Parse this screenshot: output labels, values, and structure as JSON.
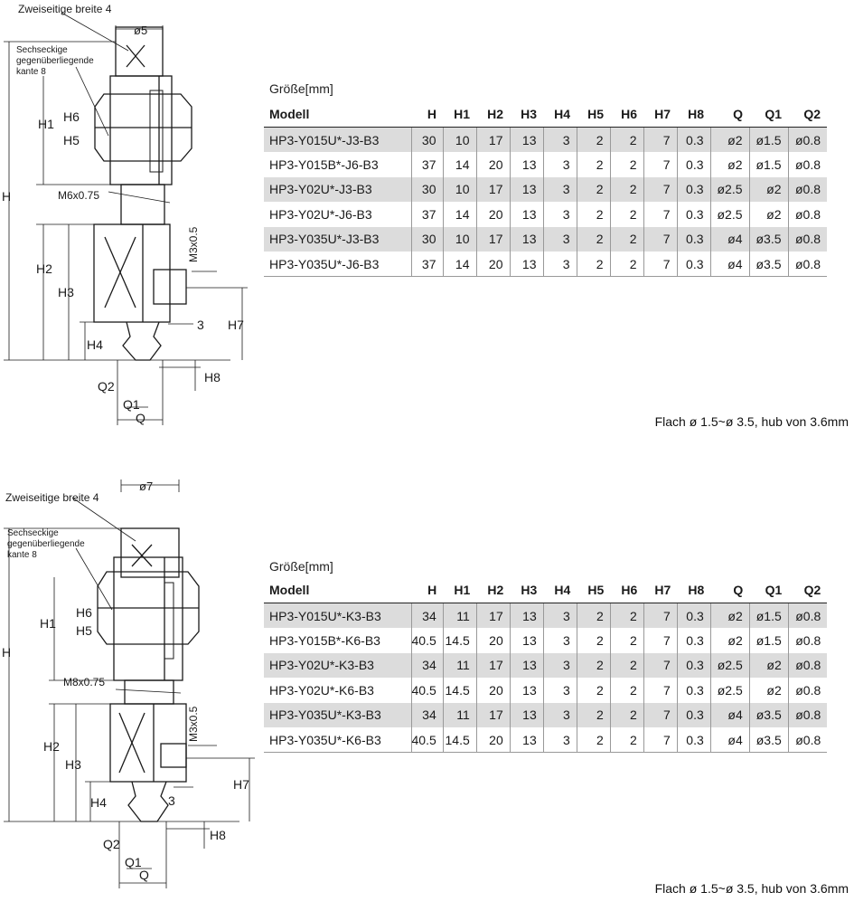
{
  "sections": [
    {
      "drawing": {
        "width_label": "ø5",
        "flats_label": "Zweiseitige breite 4",
        "hex_label": [
          "Sechseckige",
          "gegenüberliegende",
          "kante 8"
        ],
        "thread_label": "M6x0.75",
        "port_label": "M3x0.5",
        "dim": {
          "H": "H",
          "H1": "H1",
          "H2": "H2",
          "H3": "H3",
          "H4": "H4",
          "H5": "H5",
          "H6": "H6",
          "H7": "H7",
          "H8": "H8",
          "Q": "Q",
          "Q1": "Q1",
          "Q2": "Q2",
          "three": "3"
        }
      },
      "table": {
        "size_label": "Größe[mm]",
        "headers": [
          "Modell",
          "H",
          "H1",
          "H2",
          "H3",
          "H4",
          "H5",
          "H6",
          "H7",
          "H8",
          "Q",
          "Q1",
          "Q2"
        ],
        "rows": [
          [
            "HP3-Y015U*-J3-B3",
            "30",
            "10",
            "17",
            "13",
            "3",
            "2",
            "2",
            "7",
            "0.3",
            "ø2",
            "ø1.5",
            "ø0.8"
          ],
          [
            "HP3-Y015B*-J6-B3",
            "37",
            "14",
            "20",
            "13",
            "3",
            "2",
            "2",
            "7",
            "0.3",
            "ø2",
            "ø1.5",
            "ø0.8"
          ],
          [
            "HP3-Y02U*-J3-B3",
            "30",
            "10",
            "17",
            "13",
            "3",
            "2",
            "2",
            "7",
            "0.3",
            "ø2.5",
            "ø2",
            "ø0.8"
          ],
          [
            "HP3-Y02U*-J6-B3",
            "37",
            "14",
            "20",
            "13",
            "3",
            "2",
            "2",
            "7",
            "0.3",
            "ø2.5",
            "ø2",
            "ø0.8"
          ],
          [
            "HP3-Y035U*-J3-B3",
            "30",
            "10",
            "17",
            "13",
            "3",
            "2",
            "2",
            "7",
            "0.3",
            "ø4",
            "ø3.5",
            "ø0.8"
          ],
          [
            "HP3-Y035U*-J6-B3",
            "37",
            "14",
            "20",
            "13",
            "3",
            "2",
            "2",
            "7",
            "0.3",
            "ø4",
            "ø3.5",
            "ø0.8"
          ]
        ]
      },
      "caption": "Flach ø 1.5~ø 3.5, hub von 3.6mm"
    },
    {
      "drawing": {
        "width_label": "ø7",
        "flats_label": "Zweiseitige breite 4",
        "hex_label": [
          "Sechseckige",
          "gegenüberliegende",
          "kante 8"
        ],
        "thread_label": "M8x0.75",
        "port_label": "M3x0.5",
        "dim": {
          "H": "H",
          "H1": "H1",
          "H2": "H2",
          "H3": "H3",
          "H4": "H4",
          "H5": "H5",
          "H6": "H6",
          "H7": "H7",
          "H8": "H8",
          "Q": "Q",
          "Q1": "Q1",
          "Q2": "Q2",
          "three": "3"
        }
      },
      "table": {
        "size_label": "Größe[mm]",
        "headers": [
          "Modell",
          "H",
          "H1",
          "H2",
          "H3",
          "H4",
          "H5",
          "H6",
          "H7",
          "H8",
          "Q",
          "Q1",
          "Q2"
        ],
        "rows": [
          [
            "HP3-Y015U*-K3-B3",
            "34",
            "11",
            "17",
            "13",
            "3",
            "2",
            "2",
            "7",
            "0.3",
            "ø2",
            "ø1.5",
            "ø0.8"
          ],
          [
            "HP3-Y015B*-K6-B3",
            "40.5",
            "14.5",
            "20",
            "13",
            "3",
            "2",
            "2",
            "7",
            "0.3",
            "ø2",
            "ø1.5",
            "ø0.8"
          ],
          [
            "HP3-Y02U*-K3-B3",
            "34",
            "11",
            "17",
            "13",
            "3",
            "2",
            "2",
            "7",
            "0.3",
            "ø2.5",
            "ø2",
            "ø0.8"
          ],
          [
            "HP3-Y02U*-K6-B3",
            "40.5",
            "14.5",
            "20",
            "13",
            "3",
            "2",
            "2",
            "7",
            "0.3",
            "ø2.5",
            "ø2",
            "ø0.8"
          ],
          [
            "HP3-Y035U*-K3-B3",
            "34",
            "11",
            "17",
            "13",
            "3",
            "2",
            "2",
            "7",
            "0.3",
            "ø4",
            "ø3.5",
            "ø0.8"
          ],
          [
            "HP3-Y035U*-K6-B3",
            "40.5",
            "14.5",
            "20",
            "13",
            "3",
            "2",
            "2",
            "7",
            "0.3",
            "ø4",
            "ø3.5",
            "ø0.8"
          ]
        ]
      },
      "caption": "Flach ø 1.5~ø 3.5, hub von 3.6mm"
    }
  ]
}
